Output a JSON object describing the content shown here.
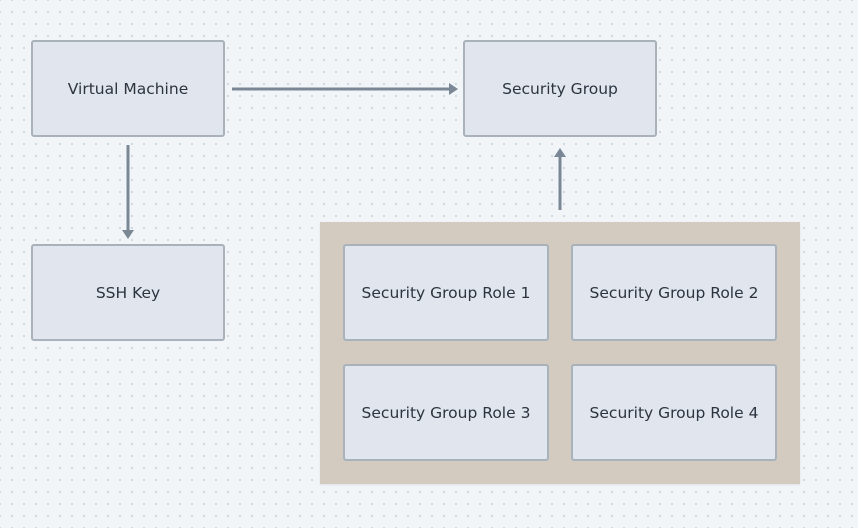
{
  "colors": {
    "background": "#f1f5f8",
    "node_fill": "#e1e6ee",
    "node_border": "#a9b2bb",
    "group_fill": "#d3cbc0",
    "edge": "#7a8896",
    "text": "#2c3440"
  },
  "nodes": {
    "virtual_machine": "Virtual Machine",
    "security_group": "Security Group",
    "ssh_key": "SSH Key",
    "roles": [
      "Security Group Role 1",
      "Security Group Role 2",
      "Security Group Role 3",
      "Security Group Role 4"
    ]
  },
  "edges": [
    {
      "from": "Virtual Machine",
      "to": "Security Group"
    },
    {
      "from": "Virtual Machine",
      "to": "SSH Key"
    },
    {
      "from": "Security Group Role group",
      "to": "Security Group"
    }
  ]
}
